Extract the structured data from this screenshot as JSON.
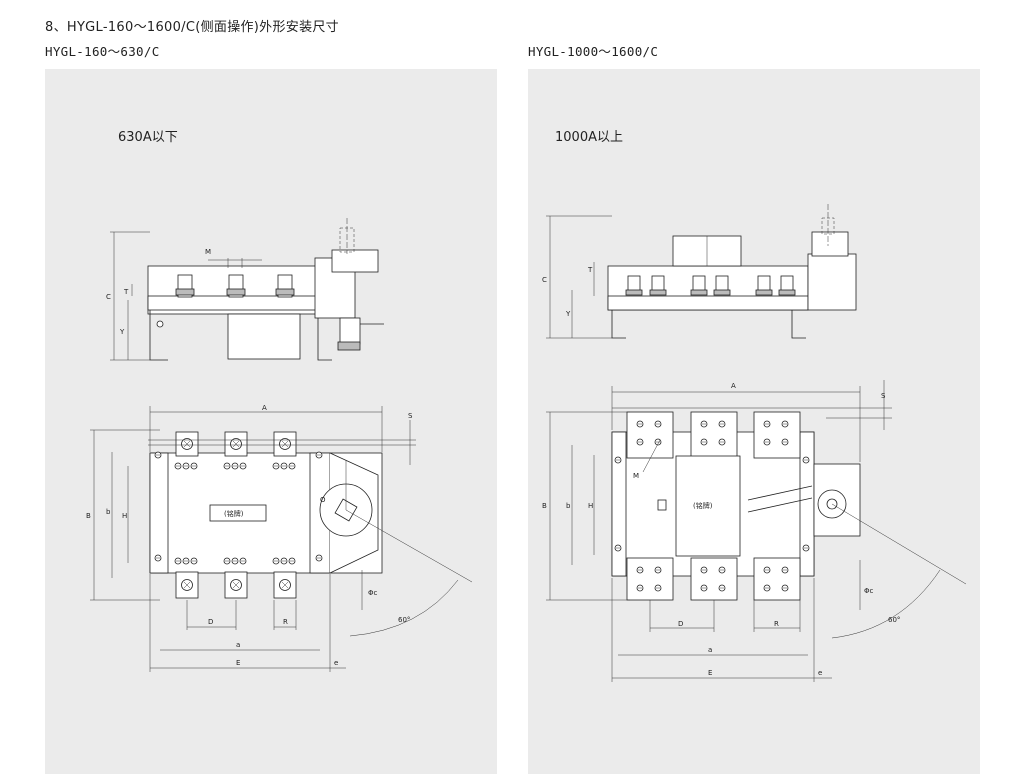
{
  "header": {
    "title": "8、HYGL-160～1600/C(侧面操作)外形安装尺寸",
    "sub_left": "HYGL-160～630/C",
    "sub_right": "HYGL-1000～1600/C"
  },
  "left": {
    "rating": "630A以下",
    "nameplate": "(铭牌)",
    "dims": {
      "A": "A",
      "B": "B",
      "b": "b",
      "H": "H",
      "C": "C",
      "T": "T",
      "Y": "Y",
      "M": "M",
      "S": "S",
      "D": "D",
      "R": "R",
      "a": "a",
      "E": "E",
      "e": "e",
      "d": "Φc",
      "angle": "60°"
    }
  },
  "right": {
    "rating": "1000A以上",
    "nameplate": "(铭牌)",
    "dims": {
      "A": "A",
      "B": "B",
      "b": "b",
      "H": "H",
      "C": "C",
      "T": "T",
      "Y": "Y",
      "M": "M",
      "S": "S",
      "D": "D",
      "R": "R",
      "a": "a",
      "E": "E",
      "e": "e",
      "d": "Φc",
      "angle": "60°"
    }
  }
}
